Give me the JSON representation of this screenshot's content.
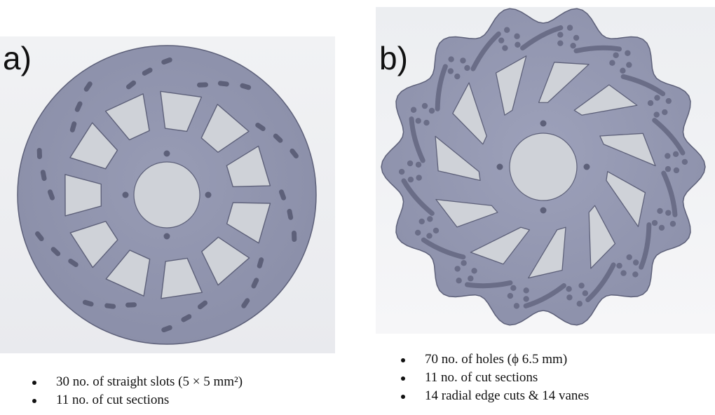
{
  "panels": [
    {
      "label": "a)",
      "bullets": [
        "30 no. of straight slots (5 × 5 mm²)",
        "11 no. of cut sections"
      ]
    },
    {
      "label": "b)",
      "bullets": [
        "70 no. of holes (ϕ 6.5 mm)",
        "11 no. of cut sections",
        "14 radial edge cuts & 14 vanes"
      ]
    }
  ],
  "colors": {
    "disc_fill": "#8f93ad",
    "disc_edge": "#5d6079",
    "cutout": "#cfd2d8",
    "background": "#eeeff2"
  }
}
